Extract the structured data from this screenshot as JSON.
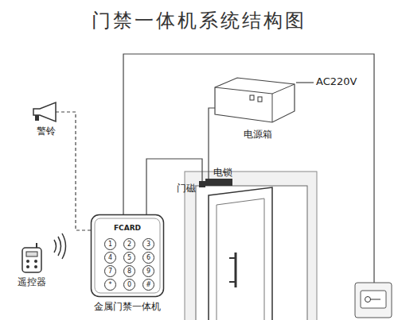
{
  "diagram": {
    "title": "门禁一体机系统结构图",
    "nodes": [
      {
        "text": [
          "警铃"
        ]
      },
      {
        "text": [
          "电源箱"
        ]
      },
      {
        "text": [
          "门磁"
        ]
      },
      {
        "text": [
          "电锁"
        ]
      },
      {
        "text": [
          "遥控器"
        ]
      },
      {
        "text": [
          "FCARD",
          "金属门禁一体机"
        ]
      }
    ],
    "edges": [
      {
        "from": 5,
        "to": 0,
        "arrow": "none"
      },
      {
        "from": 1,
        "to": 3,
        "arrow": "none"
      },
      {
        "from": 5,
        "to": 2,
        "arrow": "none"
      }
    ],
    "labels": [
      "AC220V",
      "1",
      "2",
      "3",
      "4",
      "5",
      "6",
      "7",
      "8",
      "9",
      "*",
      "0",
      "#"
    ]
  }
}
